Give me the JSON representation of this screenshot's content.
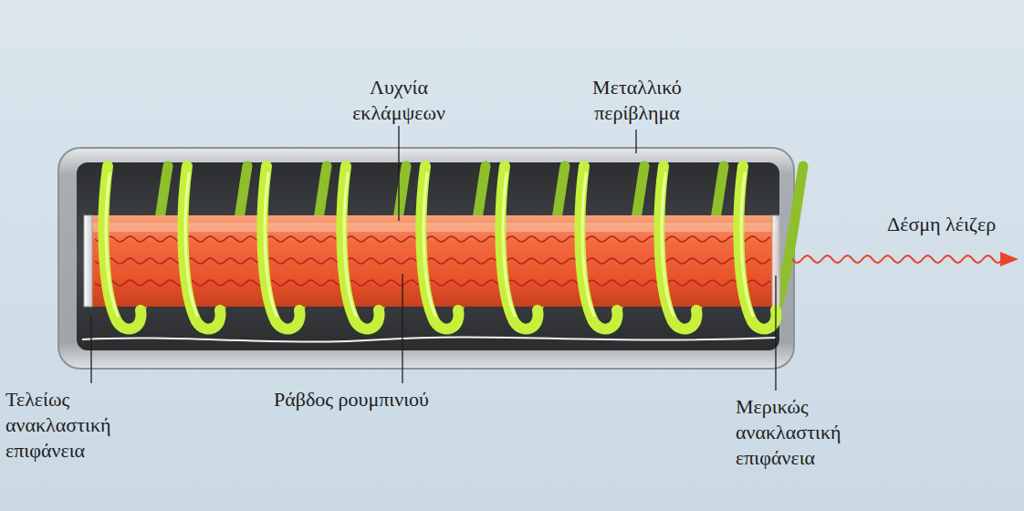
{
  "diagram": {
    "labels": [
      "Λυχνία εκλάμψεων",
      "Μεταλλικό περίβλημα",
      "Δέσμη λέιζερ",
      "Τελείως ανακλαστική επιφάνεια",
      "Ράβδος ρουμπινιού",
      "Μερικώς ανακλαστική επιφάνεια"
    ]
  }
}
